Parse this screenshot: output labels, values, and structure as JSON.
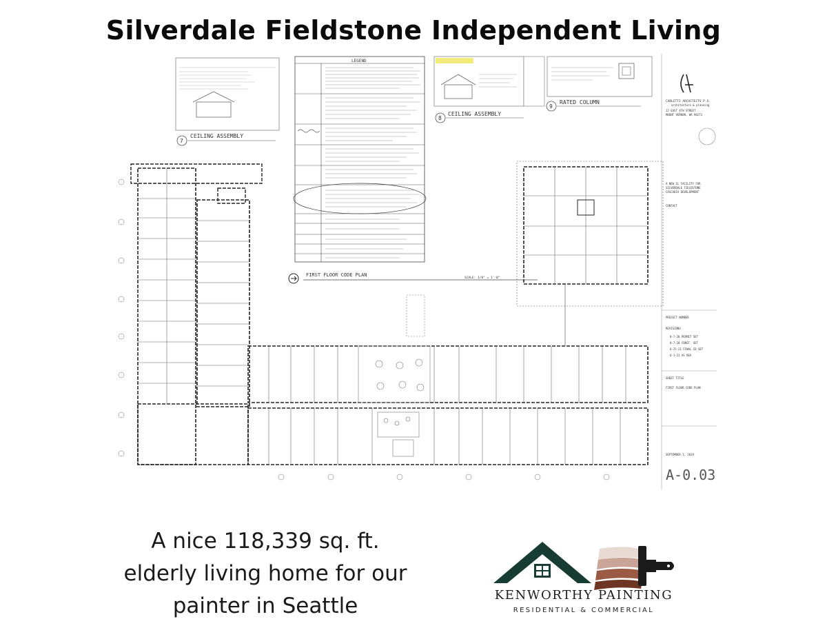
{
  "header": {
    "title": "Silverdale Fieldstone Independent Living"
  },
  "plan": {
    "details": {
      "ceiling_assembly_7": "CEILING ASSEMBLY",
      "detail_7_number": "7",
      "ceiling_assembly_8": "CEILING ASSEMBLY",
      "detail_8_number": "8",
      "rated_column": "RATED COLUMN",
      "detail_9_number": "9"
    },
    "legend": {
      "heading": "LEGEND"
    },
    "plan_title": "FIRST FLOOR CODE PLAN",
    "scale": "SCALE: 1/8\" = 1'-0\"",
    "title_block": {
      "firm": "CARLETTI ARCHITECTS P.S.",
      "firm_tagline": "architecture & planning",
      "address_1": "12 EAST 4TH STREET",
      "address_2": "MOUNT VERNON, WA 98273",
      "project_1": "A NEW IL FACILITY FOR",
      "project_2": "SILVERDALE FIELDSTONE",
      "project_3": "CASCADIA DEVELOPMENT",
      "contact": "CONTACT",
      "project_number_label": "PROJECT NUMBER",
      "revisions_label": "REVISIONS",
      "revisions": [
        {
          "date": "8-7-20",
          "desc": "PERMIT SET"
        },
        {
          "date": "8-7-20",
          "desc": "CONST. SET"
        },
        {
          "date": "6-25-21",
          "desc": "FINAL CD SET"
        },
        {
          "date": "6-1-23",
          "desc": "AS REV"
        }
      ],
      "sheet_title_label": "SHEET TITLE",
      "sheet_title": "FIRST FLOOR CODE PLAN",
      "date": "SEPTEMBER 1, 2019",
      "sheet_number": "A-0.03"
    }
  },
  "caption": {
    "line1": "A nice 118,339 sq. ft.",
    "line2": "elderly living home for our",
    "line3": "painter in Seattle"
  },
  "brand": {
    "name": "KENWORTHY PAINTING",
    "tagline": "RESIDENTIAL & COMMERCIAL",
    "colors": {
      "roof": "#173d33",
      "stripe_1": "#e8d9d2",
      "stripe_2": "#c9a497",
      "stripe_3": "#9a5a43",
      "stripe_4": "#6e3524",
      "brush": "#1b1b1b"
    },
    "icons": [
      "house-roof-icon",
      "paint-brush-icon"
    ]
  }
}
